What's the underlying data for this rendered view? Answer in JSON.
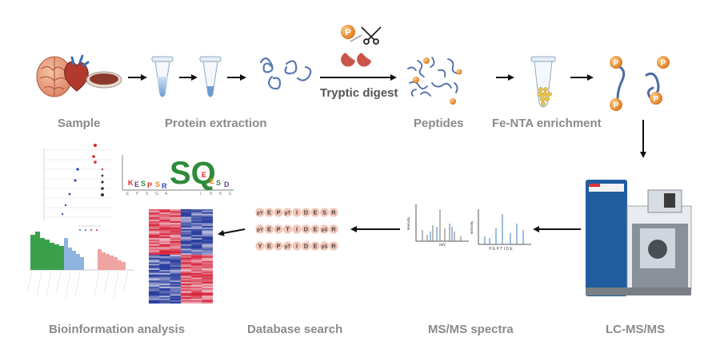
{
  "labels": {
    "sample": "Sample",
    "protein_extraction": "Protein extraction",
    "tryptic_digest": "Tryptic digest",
    "peptides": "Peptides",
    "fe_nta": "Fe-NTA enrichment",
    "lcms": "LC-MS/MS",
    "msms": "MS/MS spectra",
    "database": "Database search",
    "bioinfo": "Bioinformation analysis"
  },
  "phospho_marker": "P",
  "peptide_sequences": [
    [
      "pY",
      "E",
      "P",
      "pT",
      "I",
      "D",
      "E",
      "S",
      "R"
    ],
    [
      "pY",
      "E",
      "P",
      "T",
      "I",
      "D",
      "E",
      "pS",
      "R"
    ],
    [
      "Y",
      "E",
      "P",
      "pT",
      "I",
      "D",
      "E",
      "pS",
      "R"
    ]
  ],
  "spectrum_labels": {
    "ylabel": "Intensity",
    "xlabel": "m/z",
    "fragments": "P E P T    I D E"
  },
  "logo_letters": "SQ",
  "colors": {
    "arrow": "#111111",
    "label": "#8a8a8a",
    "phospho_orange": "#e8891f",
    "peptide_blue": "#4b6aa5",
    "heatmap_red": "#d7263d",
    "heatmap_blue": "#2b3f9e",
    "bar_green": "#3aa14a",
    "bar_blue": "#8fb3e0",
    "bar_pink": "#f0a3a3",
    "pill_bg": "#f4c6b8"
  }
}
